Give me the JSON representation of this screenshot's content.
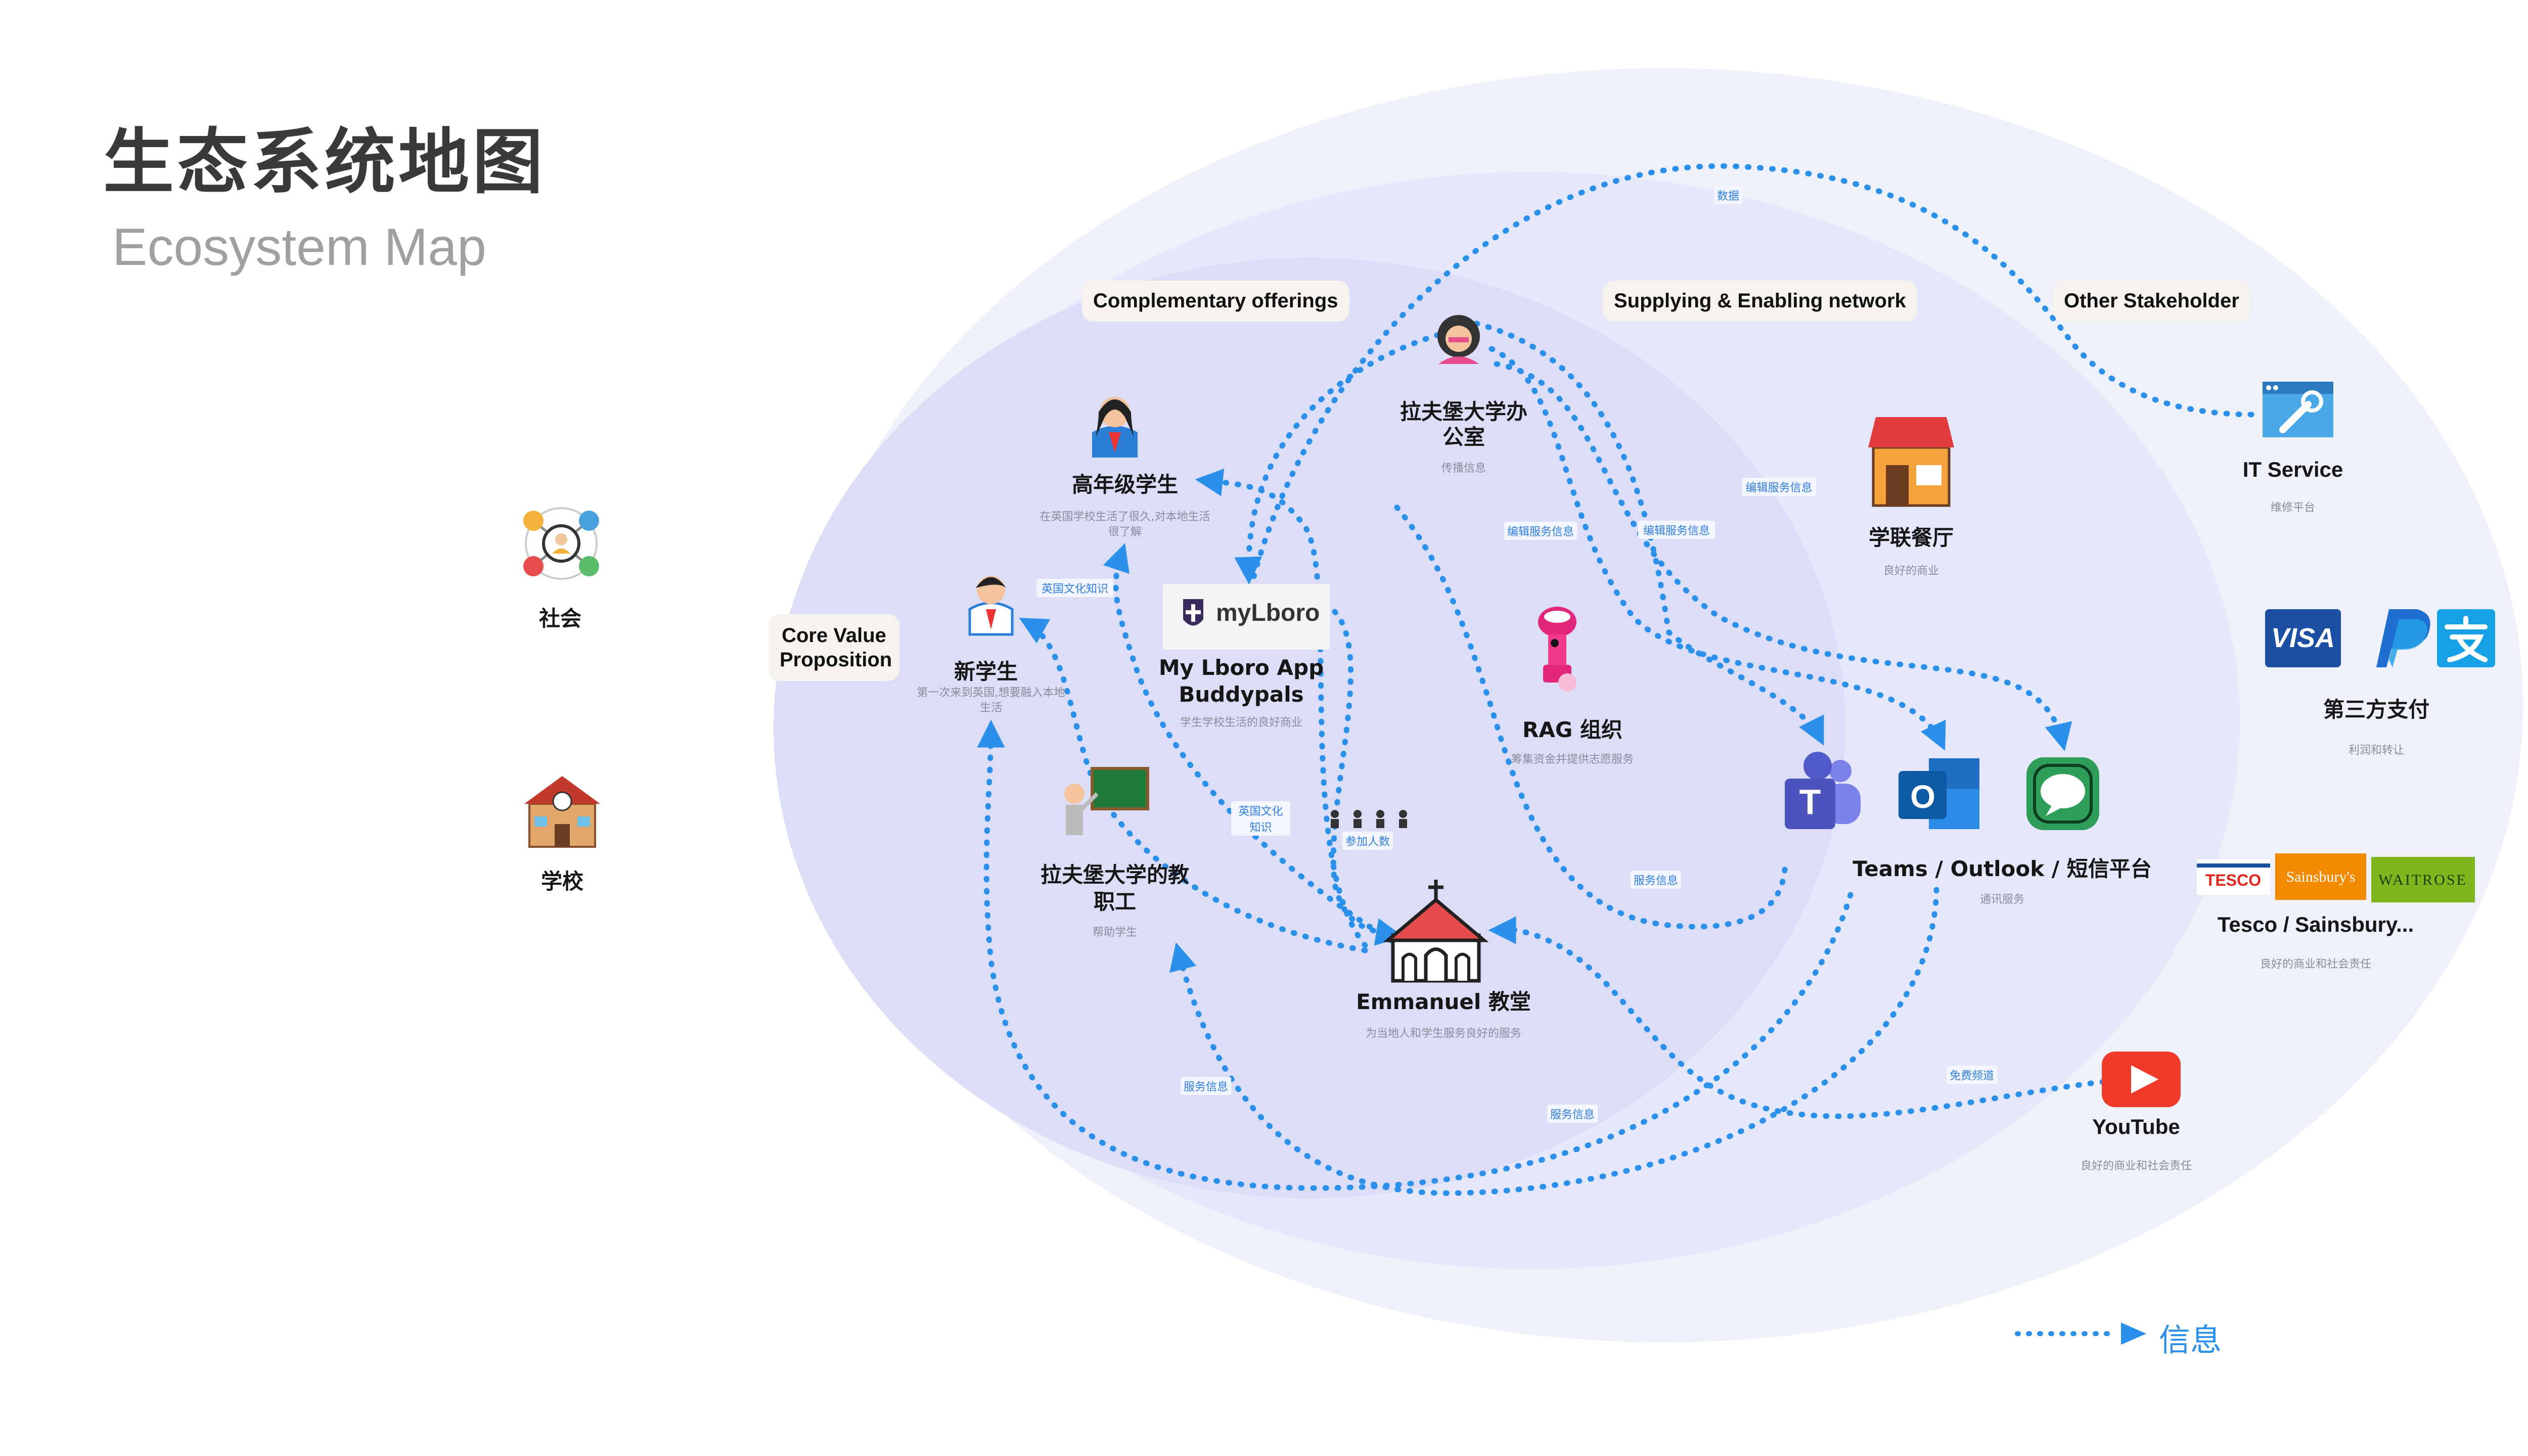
{
  "header": {
    "title_cn": "生态系统地图",
    "title_en": "Ecosystem Map"
  },
  "side": {
    "society": "社会",
    "school": "学校"
  },
  "categories": {
    "core": "Core Value Proposition",
    "complementary": "Complementary offerings",
    "supplying": "Supplying & Enabling network",
    "other": "Other Stakeholder"
  },
  "nodes": {
    "senior": {
      "label": "高年级学生",
      "sub": "在英国学校生活了很久,对本地生活很了解"
    },
    "new_student": {
      "label": "新学生",
      "sub": "第一次来到英国,想要融入本地生活"
    },
    "app": {
      "logo": "myLboro",
      "label": "My Lboro App Buddypals",
      "sub": "学生学校生活的良好商业"
    },
    "office": {
      "label": "拉夫堡大学办公室",
      "sub": "传播信息"
    },
    "rag": {
      "label": "RAG 组织",
      "sub": "筹集资金并提供志愿服务"
    },
    "staff": {
      "label": "拉夫堡大学的教职工",
      "sub": "帮助学生"
    },
    "church": {
      "label": "Emmanuel 教堂",
      "sub": "为当地人和学生服务良好的服务"
    },
    "canteen": {
      "label": "学联餐厅",
      "sub": "良好的商业"
    },
    "comm": {
      "label": "Teams / Outlook / 短信平台",
      "sub": "通讯服务"
    },
    "it": {
      "label": "IT Service",
      "sub": "维修平台"
    },
    "payment": {
      "label": "第三方支付",
      "sub": "利润和转让"
    },
    "tesco": {
      "label": "Tesco / Sainsbury...",
      "sub": "良好的商业和社会责任"
    },
    "youtube": {
      "label": "YouTube",
      "sub": "良好的商业和社会责任"
    }
  },
  "logos": {
    "visa": "VISA",
    "sainsburys": "Sainsbury's",
    "waitrose": "WAITROSE",
    "tesco": "TESCO"
  },
  "edges": {
    "data": "数据",
    "culture1": "英国文化知识",
    "culture2": "英国文化知识",
    "join": "参加人数",
    "edit1": "编辑服务信息",
    "edit2": "编辑服务信息",
    "edit3": "编辑服务信息",
    "service1": "服务信息",
    "service2": "服务信息",
    "service3": "服务信息",
    "free": "免费频道"
  },
  "legend": {
    "label": "信息"
  },
  "colors": {
    "arrow": "#2a90ea",
    "ring_outer": "#eceef9",
    "ring_mid": "#e3e5f9",
    "ring_inner": "#d9daf6"
  }
}
